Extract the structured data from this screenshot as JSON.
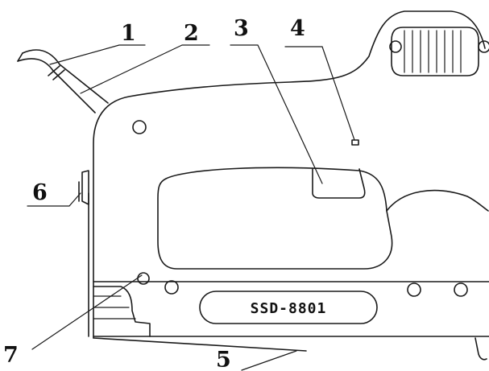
{
  "model_label": "SSD-8801",
  "callouts": [
    {
      "id": "1",
      "label": "1"
    },
    {
      "id": "2",
      "label": "2"
    },
    {
      "id": "3",
      "label": "3"
    },
    {
      "id": "4",
      "label": "4"
    },
    {
      "id": "5",
      "label": "5"
    },
    {
      "id": "6",
      "label": "6"
    },
    {
      "id": "7",
      "label": "7"
    }
  ],
  "colors": {
    "line": "#1a1a1a",
    "background": "#ffffff"
  }
}
